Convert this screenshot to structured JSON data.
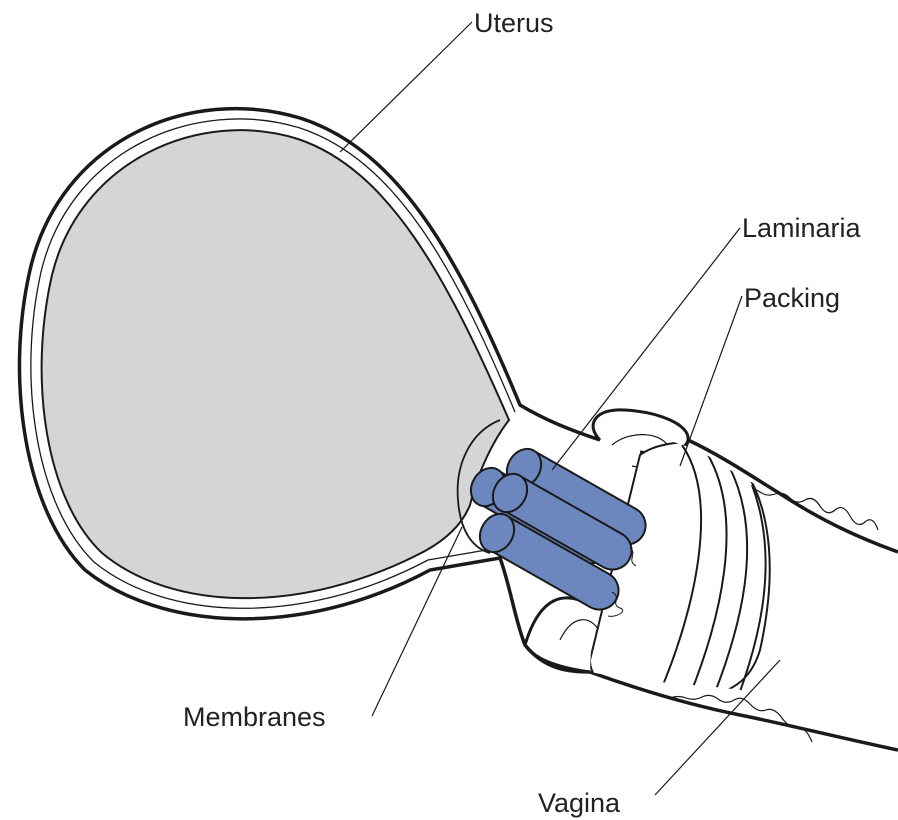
{
  "labels": {
    "uterus": "Uterus",
    "laminaria": "Laminaria",
    "packing": "Packing",
    "membranes": "Membranes",
    "vagina": "Vagina"
  },
  "colors": {
    "cavity_fill": "#d4d5d6",
    "laminaria_fill": "#6c87bd",
    "outline": "#1a1a1a",
    "background": "#ffffff"
  }
}
